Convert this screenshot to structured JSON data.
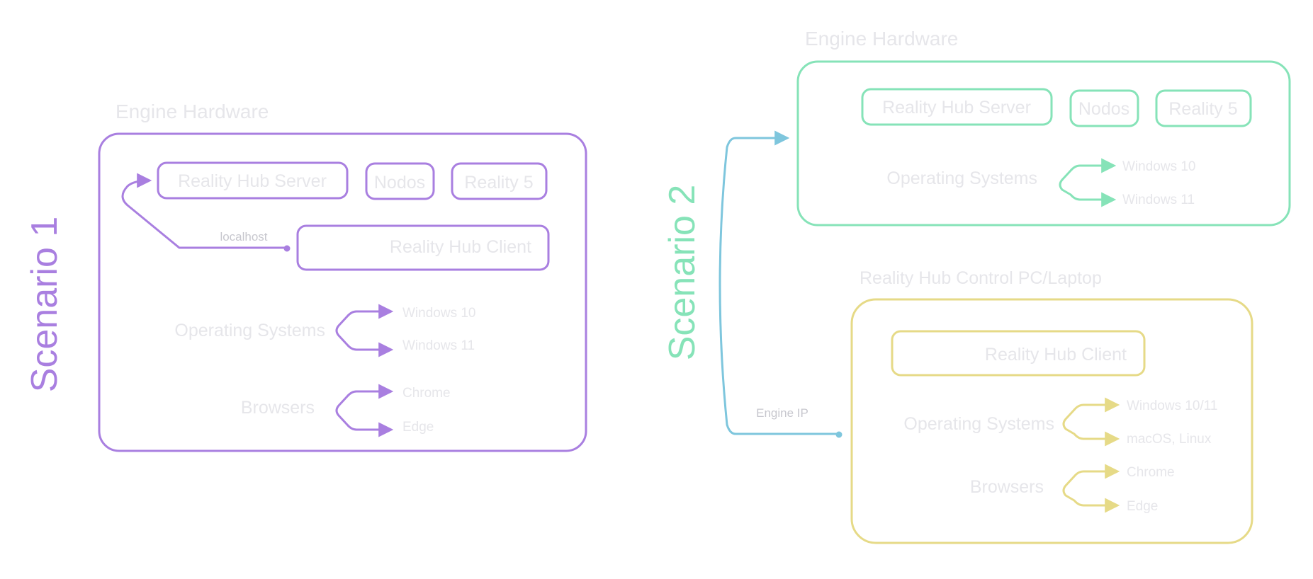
{
  "colors": {
    "purple": "#A97FE0",
    "green": "#86E3B8",
    "yellow": "#E6DA87",
    "blue": "#7EC6DD",
    "label": "#E6E6EA"
  },
  "scenario1": {
    "title": "Scenario 1",
    "group_label": "Engine Hardware",
    "server": "Reality Hub Server",
    "nodos": "Nodos",
    "reality": "Reality 5",
    "client": "Reality Hub Client",
    "link_label": "localhost",
    "os_label": "Operating Systems",
    "os_items": [
      "Windows 10",
      "Windows 11"
    ],
    "browsers_label": "Browsers",
    "browser_items": [
      "Chrome",
      "Edge"
    ]
  },
  "scenario2": {
    "title": "Scenario 2",
    "engine": {
      "group_label": "Engine Hardware",
      "server": "Reality Hub Server",
      "nodos": "Nodos",
      "reality": "Reality 5",
      "os_label": "Operating Systems",
      "os_items": [
        "Windows 10",
        "Windows 11"
      ]
    },
    "control": {
      "group_label": "Reality Hub Control PC/Laptop",
      "client": "Reality Hub Client",
      "os_label": "Operating Systems",
      "os_items": [
        "Windows 10/11",
        "macOS, Linux"
      ],
      "browsers_label": "Browsers",
      "browser_items": [
        "Chrome",
        "Edge"
      ]
    },
    "link_label": "Engine IP"
  }
}
